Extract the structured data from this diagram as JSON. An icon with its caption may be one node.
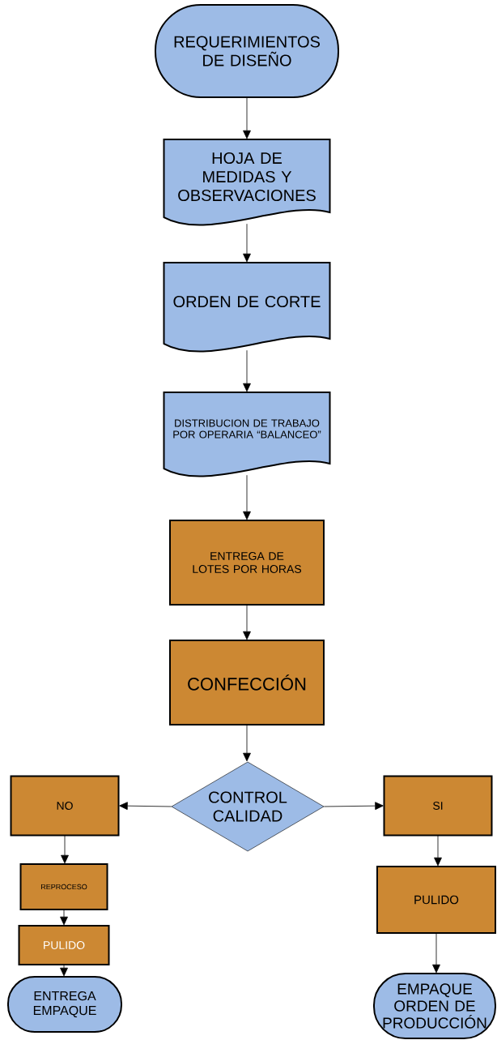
{
  "diagram": {
    "nodes": [
      {
        "text": [
          "REQUERIMIENTOS DE DISEÑO"
        ]
      },
      {
        "text": [
          "HOJA DE MEDIDAS Y OBSERVACIONES"
        ]
      },
      {
        "text": [
          "ORDEN DE CORTE"
        ]
      },
      {
        "text": [
          "DISTRIBUCION DE TRABAJO POR OPERARIA “BALANCEO”"
        ]
      },
      {
        "text": [
          "ENTREGA DE LOTES POR HORAS"
        ]
      },
      {
        "text": [
          "CONFECCIÓN"
        ]
      },
      {
        "text": [
          "CONTROL CALIDAD"
        ]
      },
      {
        "text": [
          "NO"
        ]
      },
      {
        "text": [
          "SI"
        ]
      },
      {
        "text": [
          "REPROCESO"
        ]
      },
      {
        "text": [
          "PULIDO"
        ]
      },
      {
        "text": [
          "ENTREGA EMPAQUE"
        ]
      },
      {
        "text": [
          "PULIDO"
        ]
      },
      {
        "text": [
          "EMPAQUE ORDEN DE PRODUCCIÓN"
        ]
      }
    ],
    "edges": [
      {
        "from": 0,
        "to": 1,
        "arrow": "to"
      },
      {
        "from": 1,
        "to": 2,
        "arrow": "to"
      },
      {
        "from": 2,
        "to": 3,
        "arrow": "to"
      },
      {
        "from": 3,
        "to": 4,
        "arrow": "to"
      },
      {
        "from": 4,
        "to": 5,
        "arrow": "to"
      },
      {
        "from": 5,
        "to": 6,
        "arrow": "to"
      },
      {
        "from": 6,
        "to": 7,
        "arrow": "to"
      },
      {
        "from": 6,
        "to": 8,
        "arrow": "to"
      },
      {
        "from": 7,
        "to": 9,
        "arrow": "to"
      },
      {
        "from": 9,
        "to": 10,
        "arrow": "to"
      },
      {
        "from": 10,
        "to": 11,
        "arrow": "to"
      },
      {
        "from": 8,
        "to": 12,
        "arrow": "to"
      },
      {
        "from": 12,
        "to": 13,
        "arrow": "to"
      }
    ]
  }
}
